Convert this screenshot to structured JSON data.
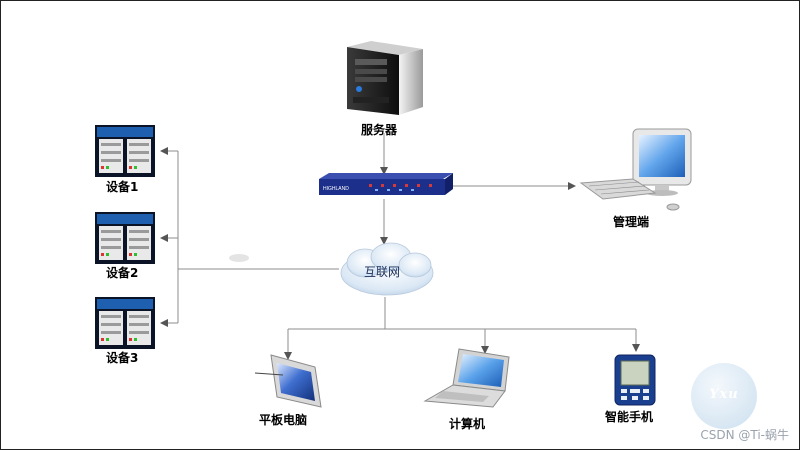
{
  "diagram": {
    "nodes": {
      "server": {
        "label": "服务器"
      },
      "router": {
        "brand": "HIGHLAND"
      },
      "admin": {
        "label": "管理端"
      },
      "internet": {
        "label": "互联网"
      },
      "device1": {
        "label": "设备1"
      },
      "device2": {
        "label": "设备2"
      },
      "device3": {
        "label": "设备3"
      },
      "tablet": {
        "label": "平板电脑"
      },
      "laptop": {
        "label": "计算机"
      },
      "phone": {
        "label": "智能手机"
      }
    },
    "colors": {
      "line": "#8c8c8c",
      "router_blue": "#1c2f8a",
      "screen_blue": "#2f7fd8",
      "rack_header": "#1f5fb0"
    }
  },
  "watermark": {
    "text": "CSDN @Ti-蜗牛",
    "badge": "Yxu"
  }
}
